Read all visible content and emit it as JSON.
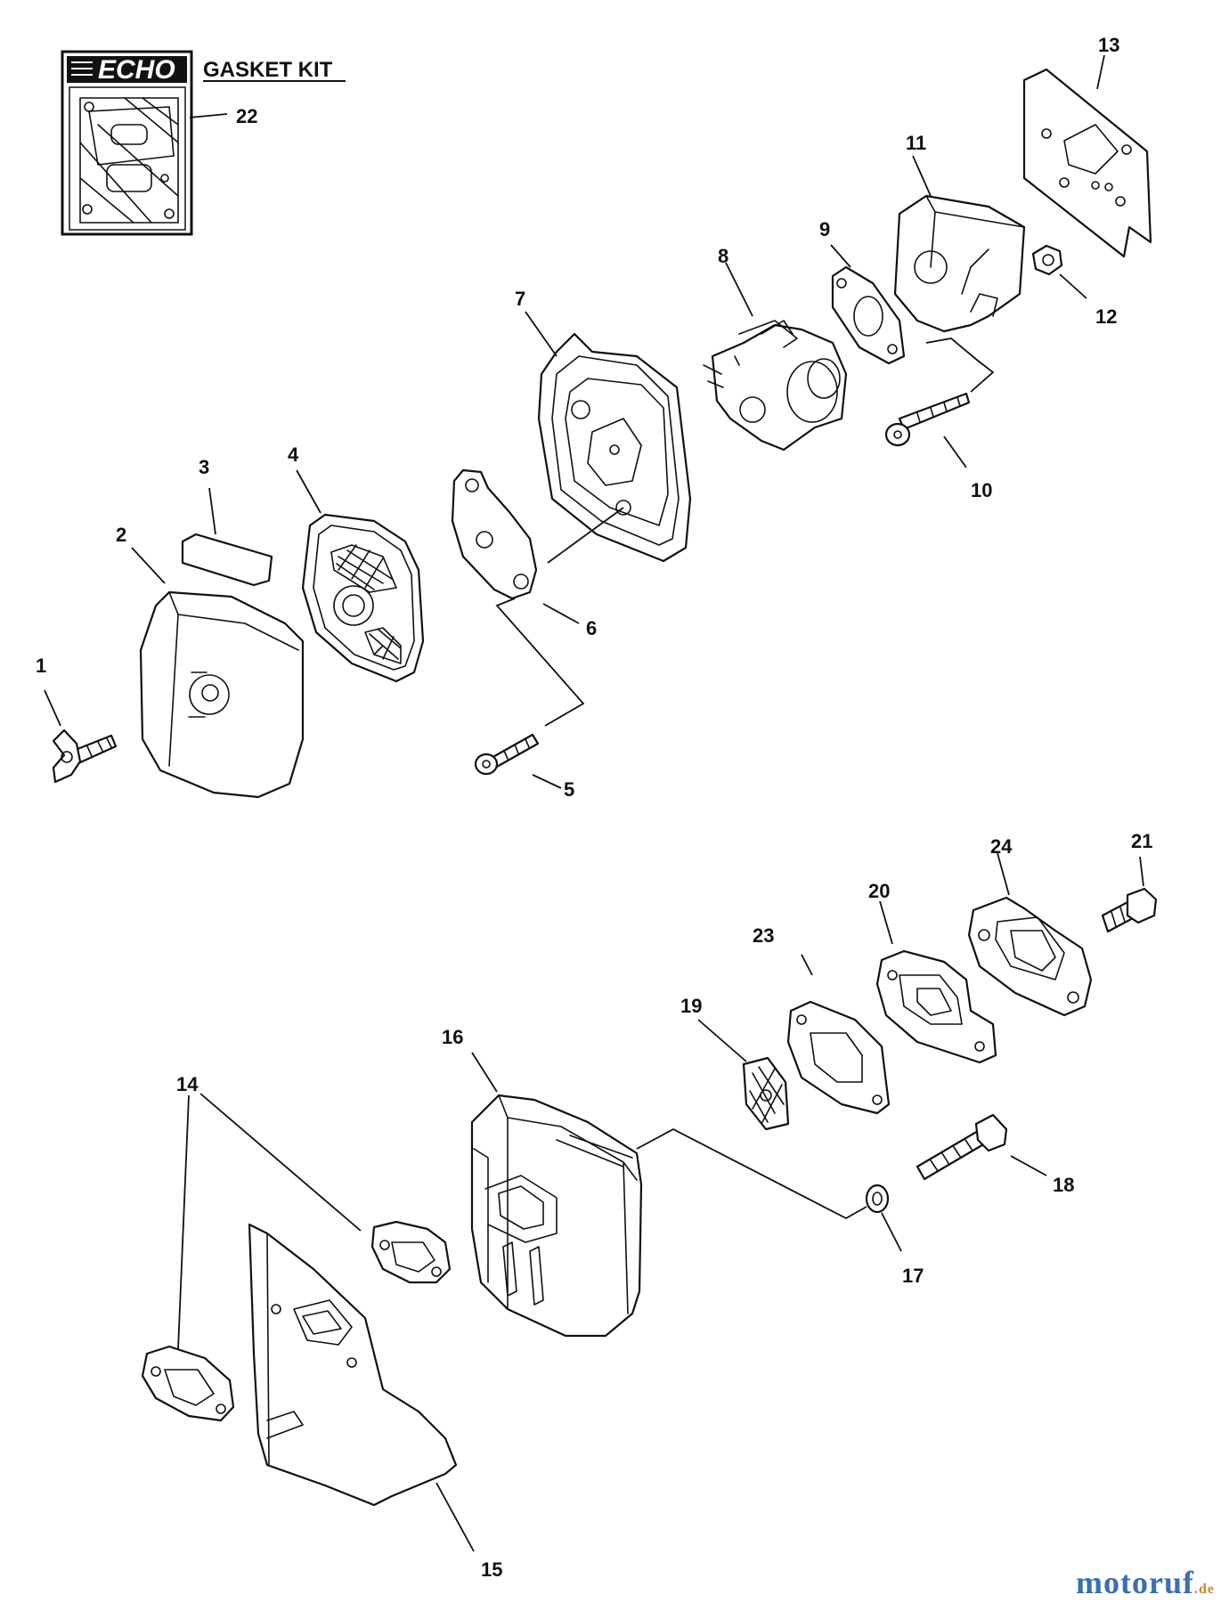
{
  "gasket_kit": {
    "title": "GASKET KIT",
    "brand": "ECHO"
  },
  "callouts": [
    "1",
    "2",
    "3",
    "4",
    "5",
    "6",
    "7",
    "8",
    "9",
    "10",
    "11",
    "12",
    "13",
    "14",
    "15",
    "16",
    "17",
    "18",
    "19",
    "20",
    "21",
    "22",
    "23",
    "24"
  ],
  "watermark": {
    "main": "motoruf",
    "suffix": ".de"
  },
  "colors": {
    "line": "#111111",
    "watermark_blue": "#3a6fb0",
    "watermark_orange": "#c98a2a"
  }
}
